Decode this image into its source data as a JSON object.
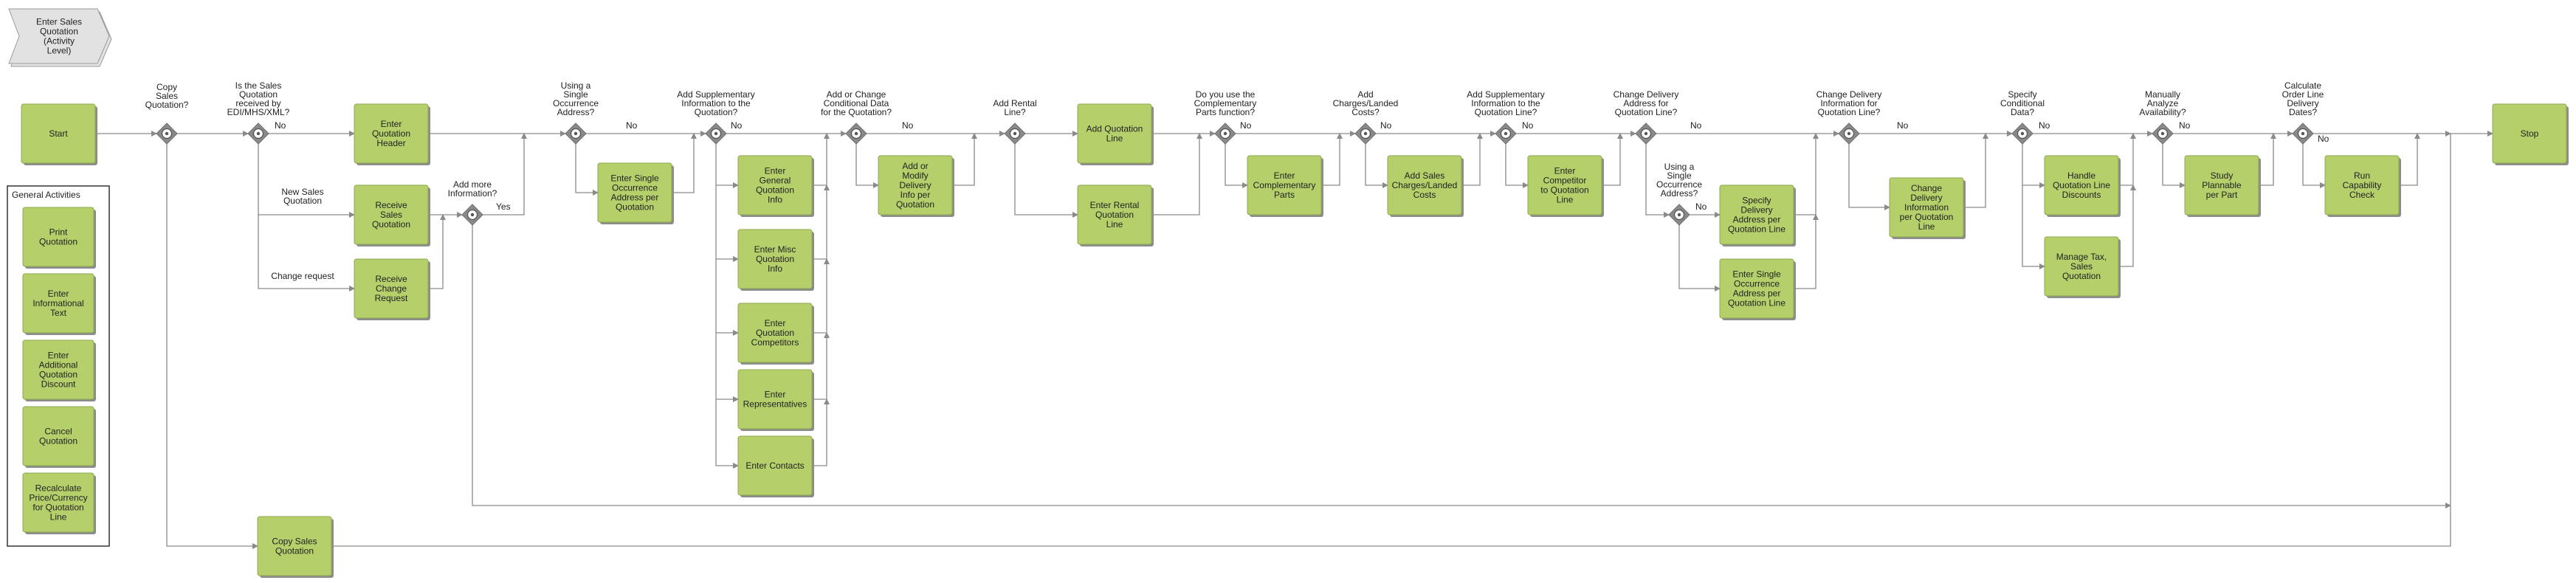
{
  "colors": {
    "task": "#b5cf6b",
    "task_border": "#8fa84f",
    "line": "#8a8a8a",
    "gateway": "#8a8a8a"
  },
  "header": {
    "title": "Enter Sales Quotation (Activity Level)"
  },
  "panel": {
    "title": "General Activities",
    "items": [
      "Print Quotation",
      "Enter Informational Text",
      "Enter Additional Quotation Discount",
      "Cancel Quotation",
      "Recalculate Price/Currency for Quotation Line"
    ]
  },
  "tasks": {
    "start": "Start",
    "stop": "Stop",
    "enter_quotation_header": "Enter Quotation Header",
    "receive_sales_quotation": "Receive Sales Quotation",
    "receive_change_request": "Receive Change Request",
    "copy_sales_quotation": "Copy Sales Quotation",
    "enter_single_occ_quotation": "Enter Single Occurrence Address per Quotation",
    "enter_general_quotation_info": "Enter General Quotation Info",
    "enter_misc_quotation_info": "Enter Misc Quotation Info",
    "enter_quotation_competitors": "Enter Quotation Competitors",
    "enter_representatives": "Enter Representatives",
    "enter_contacts": "Enter Contacts",
    "add_modify_delivery_info": "Add or Modify Delivery Info per Quotation",
    "add_quotation_line": "Add Quotation Line",
    "enter_rental_quotation_line": "Enter Rental Quotation Line",
    "enter_complementary_parts": "Enter Complementary Parts",
    "add_sales_charges": "Add Sales Charges/Landed Costs",
    "enter_competitor_line": "Enter Competitor to Quotation Line",
    "specify_delivery_address_line": "Specify Delivery Address per Quotation Line",
    "enter_single_occ_line": "Enter Single Occurrence Address per Quotation Line",
    "change_delivery_info_line": "Change Delivery Information per Quotation Line",
    "handle_line_discounts": "Handle Quotation Line Discounts",
    "manage_tax": "Manage Tax, Sales Quotation",
    "study_plannable": "Study Plannable per Part",
    "run_capability_check": "Run Capability Check"
  },
  "gateways": {
    "copy_sales_quotation": "Copy Sales Quotation?",
    "received_edi": "Is the Sales Quotation received by EDI/MHS/XML?",
    "add_more_info": "Add more Information?",
    "single_occurrence": "Using a Single Occurrence Address?",
    "supplementary_quotation": "Add Supplementary Information to the Quotation?",
    "conditional_data": "Add or Change Conditional Data for the Quotation?",
    "add_rental_line": "Add Rental Line?",
    "complementary_parts": "Do you use the Complementary Parts function?",
    "charges_landed": "Add Charges/Landed Costs?",
    "supplementary_line": "Add Supplementary Information to the Quotation Line?",
    "change_delivery_address": "Change Delivery Address for Quotation Line?",
    "single_occurrence_line": "Using a Single Occurrence Address?",
    "change_delivery_info": "Change Delivery Information for Quotation Line?",
    "specify_conditional": "Specify Conditional Data?",
    "manually_analyze": "Manually Analyze Availability?",
    "calc_delivery_dates": "Calculate Order Line Delivery Dates?"
  },
  "labels": {
    "no": "No",
    "yes": "Yes",
    "new_sales_quotation": "New Sales Quotation",
    "change_request": "Change request"
  }
}
